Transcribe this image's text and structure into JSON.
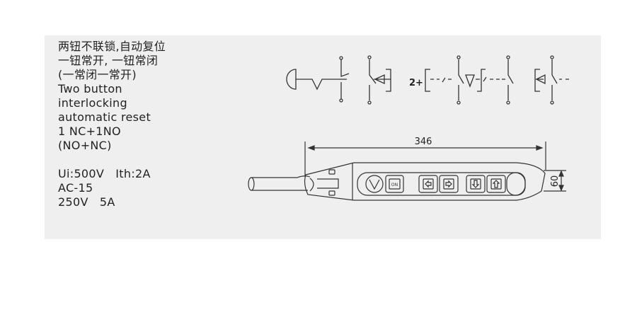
{
  "spec_lines_cn": [
    "两钮不联锁,自动复位",
    "一钮常开, 一钮常闭",
    "(一常闭一常开)"
  ],
  "spec_lines_en": [
    "Two button",
    "interlocking",
    "automatic reset",
    "1 NC+1NO",
    "(NO+NC)"
  ],
  "ratings": [
    "Ui:500V   Ith:2A",
    "AC-15",
    "250V   5A"
  ],
  "symbols": {
    "multiplier": "2+"
  },
  "device": {
    "length_label": "346",
    "height_label": "60",
    "buttons": [
      {
        "icon": "stop-mushroom-icon"
      },
      {
        "label": "ON"
      },
      {
        "icon": "arrow-left-icon"
      },
      {
        "icon": "arrow-right-icon"
      },
      {
        "icon": "arrow-down-icon"
      },
      {
        "icon": "arrow-up-icon"
      }
    ]
  }
}
